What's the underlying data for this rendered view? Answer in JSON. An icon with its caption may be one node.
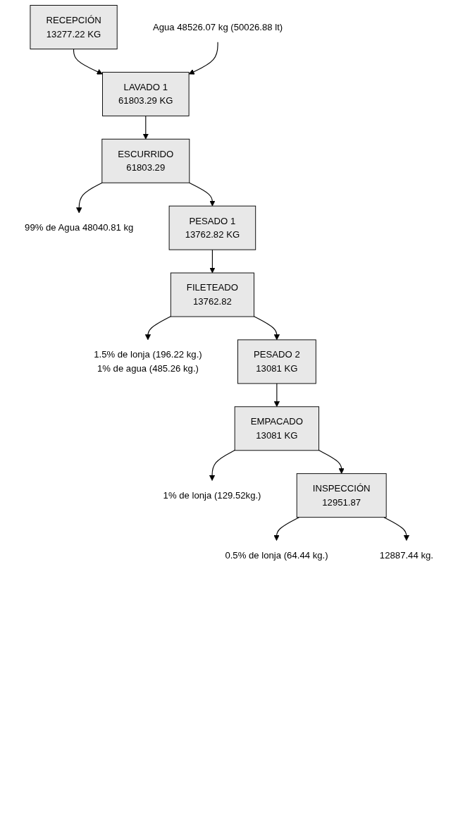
{
  "diagram": {
    "nodes": [
      {
        "text": [
          "RECEPCIÓN",
          "13277.22 KG"
        ]
      },
      {
        "text": [
          "Agua 48526.07 kg (50026.88 lt)"
        ]
      },
      {
        "text": [
          "LAVADO 1",
          "61803.29 KG"
        ]
      },
      {
        "text": [
          "ESCURRIDO",
          "61803.29"
        ]
      },
      {
        "text": [
          "99% de Agua 48040.81 kg"
        ]
      },
      {
        "text": [
          "PESADO 1",
          "13762.82 KG"
        ]
      },
      {
        "text": [
          "FILETEADO",
          "13762.82"
        ]
      },
      {
        "text": [
          "1.5% de lonja (196.22 kg.)",
          "1% de agua (485.26 kg.)"
        ]
      },
      {
        "text": [
          "PESADO 2",
          "13081 KG"
        ]
      },
      {
        "text": [
          "EMPACADO",
          "13081 KG"
        ]
      },
      {
        "text": [
          "1% de lonja (129.52kg.)"
        ]
      },
      {
        "text": [
          "INSPECCIÓN",
          "12951.87"
        ]
      },
      {
        "text": [
          "0.5% de lonja (64.44 kg.)"
        ]
      },
      {
        "text": [
          "12887.44 kg."
        ]
      }
    ],
    "edges": [
      {
        "from": 0,
        "to": 2,
        "arrow": "to"
      },
      {
        "from": 1,
        "to": 2,
        "arrow": "to"
      },
      {
        "from": 2,
        "to": 3,
        "arrow": "to"
      },
      {
        "from": 3,
        "to": 4,
        "arrow": "to"
      },
      {
        "from": 3,
        "to": 5,
        "arrow": "to"
      },
      {
        "from": 5,
        "to": 6,
        "arrow": "to"
      },
      {
        "from": 6,
        "to": 7,
        "arrow": "to"
      },
      {
        "from": 6,
        "to": 8,
        "arrow": "to"
      },
      {
        "from": 8,
        "to": 9,
        "arrow": "to"
      },
      {
        "from": 9,
        "to": 10,
        "arrow": "to"
      },
      {
        "from": 9,
        "to": 11,
        "arrow": "to"
      },
      {
        "from": 11,
        "to": 12,
        "arrow": "to"
      },
      {
        "from": 11,
        "to": 13,
        "arrow": "to"
      }
    ]
  }
}
